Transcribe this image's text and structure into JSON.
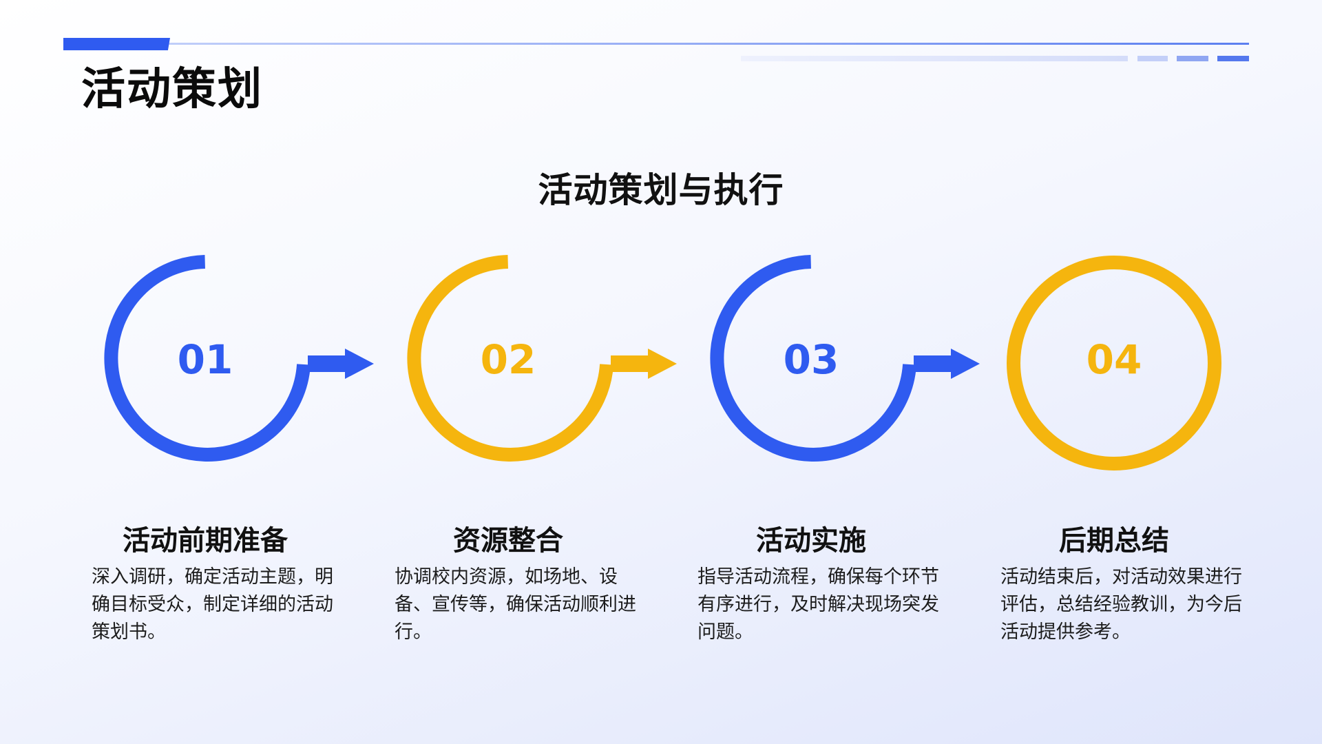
{
  "page": {
    "title": "活动策划",
    "subtitle": "活动策划与执行"
  },
  "colors": {
    "blue": "#2f5bf0",
    "yellow": "#f5b50e"
  },
  "steps": [
    {
      "number": "01",
      "title": "活动前期准备",
      "desc": "深入调研，确定活动主题，明确目标受众，制定详细的活动策划书。",
      "color": "#2f5bf0",
      "icon": "arrow-ring-icon"
    },
    {
      "number": "02",
      "title": "资源整合",
      "desc": "协调校内资源，如场地、设备、宣传等，确保活动顺利进行。",
      "color": "#f5b50e",
      "icon": "arrow-ring-icon"
    },
    {
      "number": "03",
      "title": "活动实施",
      "desc": "指导活动流程，确保每个环节有序进行，及时解决现场突发问题。",
      "color": "#2f5bf0",
      "icon": "arrow-ring-icon"
    },
    {
      "number": "04",
      "title": "后期总结",
      "desc": "活动结束后，对活动效果进行评估，总结经验教训，为今后活动提供参考。",
      "color": "#f5b50e",
      "icon": "full-ring-icon"
    }
  ]
}
